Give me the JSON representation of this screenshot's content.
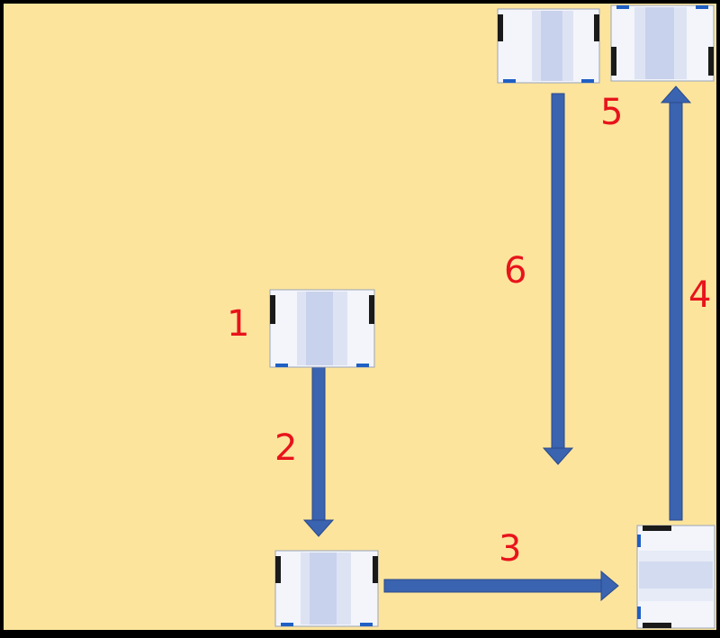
{
  "colors": {
    "background": "#fce49c",
    "frame": "#000000",
    "arrow": "#3a63b0",
    "arrow_outline": "#2a4a8a",
    "label": "#e8131b",
    "robot_body": "#f3f5fb",
    "robot_stripe": "#c9d2ec",
    "robot_wheel": "#1a1a1a",
    "robot_bumper": "#1f5fc4"
  },
  "robots": [
    {
      "id": "robot-position-1",
      "orientation": "vertical",
      "icon": "robot-icon"
    },
    {
      "id": "robot-position-2",
      "orientation": "vertical",
      "icon": "robot-icon"
    },
    {
      "id": "robot-position-3",
      "orientation": "horizontal",
      "icon": "robot-icon"
    },
    {
      "id": "robot-position-5a",
      "orientation": "vertical",
      "icon": "robot-icon"
    },
    {
      "id": "robot-position-5b",
      "orientation": "vertical",
      "icon": "robot-icon"
    }
  ],
  "arrows": [
    {
      "id": "arrow-2",
      "direction": "down"
    },
    {
      "id": "arrow-3",
      "direction": "right"
    },
    {
      "id": "arrow-4",
      "direction": "up"
    },
    {
      "id": "arrow-6",
      "direction": "down"
    }
  ],
  "labels": {
    "step1": "1",
    "step2": "2",
    "step3": "3",
    "step4": "4",
    "step5": "5",
    "step6": "6"
  }
}
